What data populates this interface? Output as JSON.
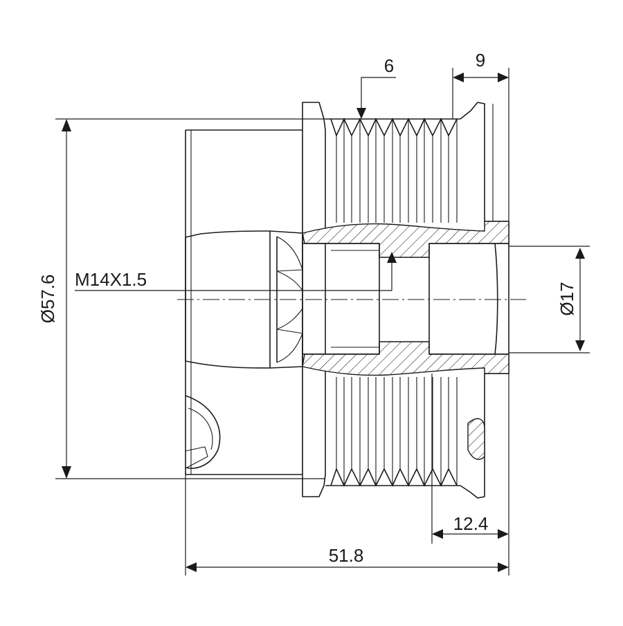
{
  "drawing": {
    "labels": {
      "groove_pitch": "6",
      "flange_width": "9",
      "outer_diameter": "Ø57.6",
      "thread": "M14X1.5",
      "bore_diameter": "Ø17",
      "rear_length": "12.4",
      "overall_length": "51.8"
    }
  }
}
